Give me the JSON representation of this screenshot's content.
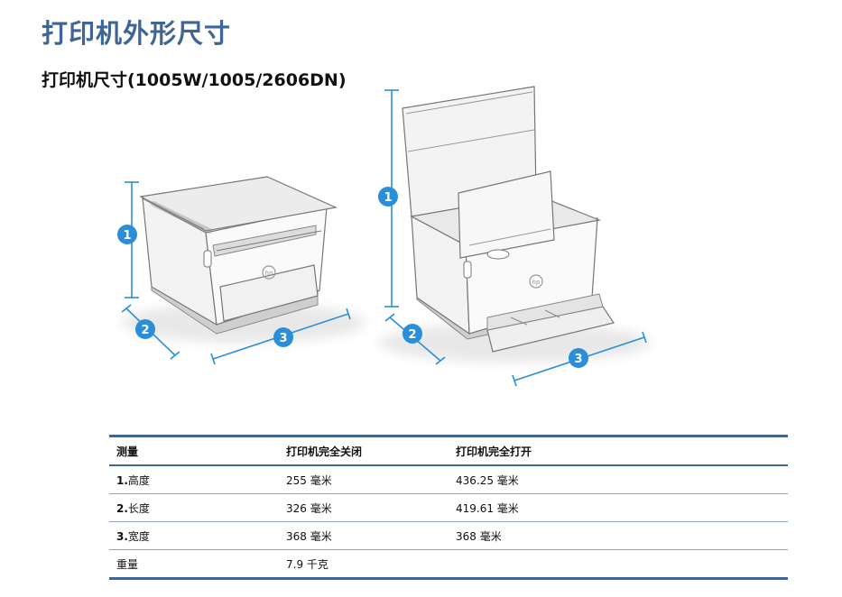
{
  "page": {
    "title": "打印机外形尺寸",
    "section_title": "打印机尺寸(1005W/1005/2606DN)"
  },
  "figure": {
    "badges": [
      "1",
      "2",
      "3"
    ],
    "brand_mark": "hp"
  },
  "table": {
    "headers": [
      "测量",
      "打印机完全关闭",
      "打印机完全打开"
    ],
    "rows": [
      {
        "num": "1.",
        "label": "高度",
        "closed": "255 毫米",
        "open": "436.25 毫米"
      },
      {
        "num": "2.",
        "label": "长度",
        "closed": "326 毫米",
        "open": "419.61 毫米"
      },
      {
        "num": "3.",
        "label": "宽度",
        "closed": "368 毫米",
        "open": "368 毫米"
      },
      {
        "num": "",
        "label": "重量",
        "closed": "7.9 千克",
        "open": ""
      }
    ]
  },
  "colors": {
    "heading": "#3f6496",
    "dimension_line": "#2a8fd8",
    "badge": "#2a8fd8",
    "table_rule": "#3f6496"
  }
}
